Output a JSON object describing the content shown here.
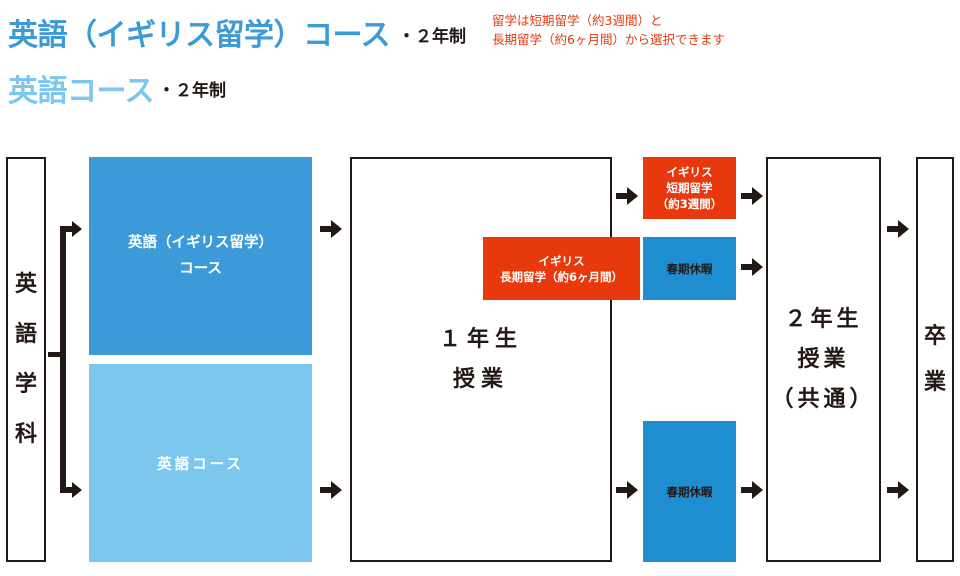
{
  "header": {
    "course1_title": "英語（イギリス留学）コース",
    "course1_suffix": "・２年制",
    "note_line1": "留学は短期留学（約3週間）と",
    "note_line2": "長期留学（約6ヶ月間）から選択できます",
    "course2_title": "英語コース",
    "course2_suffix": "・２年制"
  },
  "flow": {
    "department": [
      "英",
      "語",
      "学",
      "科"
    ],
    "course_uk_line1": "英語（イギリス留学）",
    "course_uk_line2": "コース",
    "course_en": "英語コース",
    "year1": "１年生\n授業",
    "short_study_line1": "イギリス",
    "short_study_line2": "短期留学",
    "short_study_line3": "（約3週間）",
    "long_study_line1": "イギリス",
    "long_study_line2": "長期留学（約6ヶ月間）",
    "spring_break_top": "春期休暇",
    "spring_break_bottom": "春期休暇",
    "year2": "２年生\n授業\n（共通）",
    "graduation": [
      "卒",
      "業"
    ]
  },
  "colors": {
    "accent_blue": "#3d9ad8",
    "light_blue": "#7cc7ee",
    "study_abroad_red": "#e8390e",
    "break_blue": "#1f8ed0",
    "arrow_dark": "#231815"
  }
}
